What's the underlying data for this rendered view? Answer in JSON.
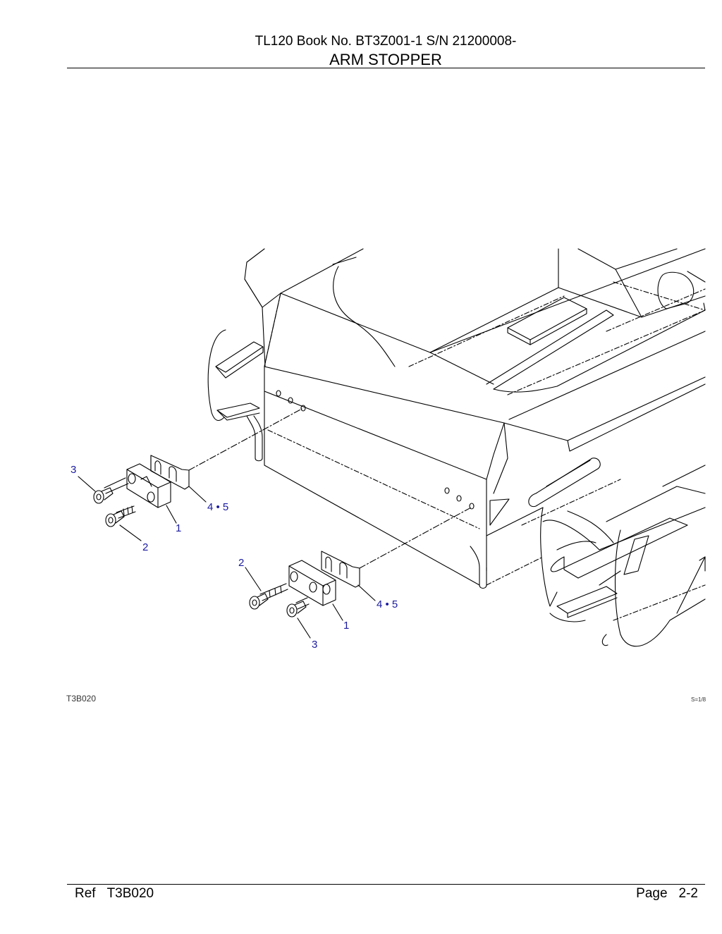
{
  "header": {
    "model_line": "TL120  Book No. BT3Z001-1 S/N 21200008-",
    "section_title": "ARM STOPPER"
  },
  "diagram": {
    "figure_code": "T3B020",
    "scale": "S=1/8",
    "callouts": {
      "c3_upper": "3",
      "c45_upper": "4 • 5",
      "c1_upper": "1",
      "c2_upper": "2",
      "c2_lower": "2",
      "c45_lower": "4 • 5",
      "c1_lower": "1",
      "c3_lower": "3"
    }
  },
  "footer": {
    "ref_label": "Ref",
    "ref_value": "T3B020",
    "page_label": "Page",
    "page_value": "2-2"
  }
}
